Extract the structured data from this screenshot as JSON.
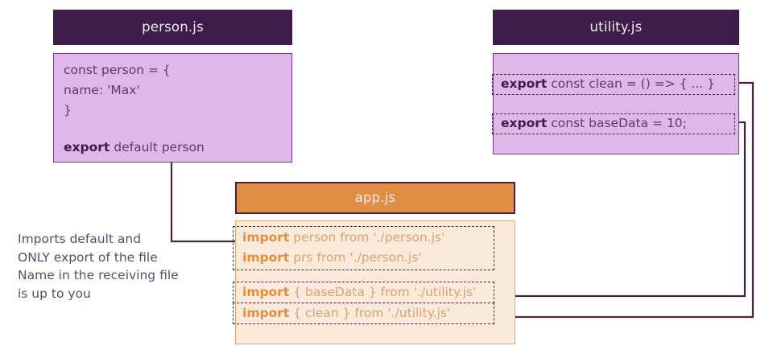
{
  "diagram": {
    "title": "ES Modules import / export diagram",
    "colors": {
      "header_purple": "#3E1D4A",
      "body_purple": "#DFB8EA",
      "border_purple": "#7B3A88",
      "header_orange": "#E08E43",
      "body_orange": "#FBEADA",
      "border_orange": "#E3A668",
      "wire": "#4A2340",
      "code_purple": "#5A3D63",
      "code_orange": "#D9A276",
      "note_text": "#5F4A6B",
      "background": "#FFFFFF"
    }
  },
  "modules": {
    "person": {
      "title": "person.js",
      "lines": [
        {
          "keyword": "",
          "rest": "const person = {"
        },
        {
          "keyword": "",
          "rest": "   name: 'Max'"
        },
        {
          "keyword": "",
          "rest": "}"
        },
        {
          "keyword": "",
          "rest": ""
        },
        {
          "keyword": "export",
          "rest": " default person"
        }
      ]
    },
    "utility": {
      "title": "utility.js",
      "exports": [
        {
          "keyword": "export",
          "rest": " const clean = () => { ... }"
        },
        {
          "keyword": "export",
          "rest": " const baseData = 10;"
        }
      ]
    },
    "app": {
      "title": "app.js",
      "import_groups": [
        {
          "name": "default-imports",
          "lines": [
            {
              "keyword": "import",
              "rest": " person from './person.js'"
            },
            {
              "keyword": "import",
              "rest": " prs from './person.js'"
            }
          ]
        },
        {
          "name": "basedata-import",
          "lines": [
            {
              "keyword": "import",
              "rest": " { baseData } from './utility.js'"
            }
          ]
        },
        {
          "name": "clean-import",
          "lines": [
            {
              "keyword": "import",
              "rest": " { clean } from './utility.js'"
            }
          ]
        }
      ]
    }
  },
  "annotation": {
    "text": "Imports default and\nONLY export of the file\nName in the receiving file\nis up to you"
  }
}
